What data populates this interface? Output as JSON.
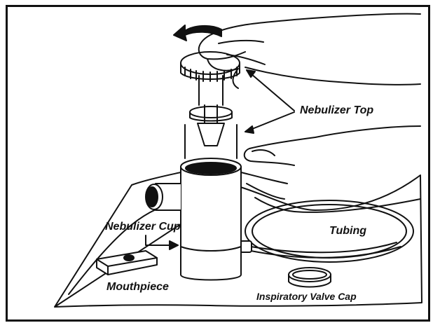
{
  "diagram": {
    "labels": {
      "nebulizer_top": "Nebulizer Top",
      "nebulizer_cup": "Nebulizer Cup",
      "tubing": "Tubing",
      "mouthpiece": "Mouthpiece",
      "inspiratory_valve_cap": "Inspiratory Valve Cap"
    },
    "colors": {
      "ink": "#111111",
      "paper": "#ffffff"
    }
  }
}
